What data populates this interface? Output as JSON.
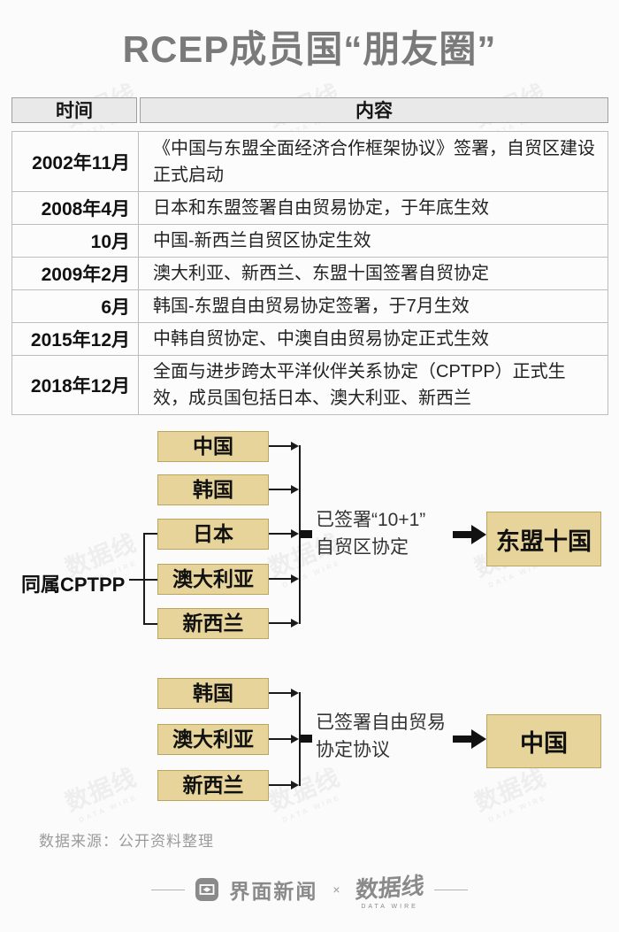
{
  "page": {
    "title": "RCEP成员国“朋友圈”"
  },
  "table": {
    "headers": [
      "时间",
      "内容"
    ],
    "rows": [
      {
        "time": "2002年11月",
        "content": "《中国与东盟全面经济合作框架协议》签署，自贸区建设正式启动"
      },
      {
        "time": "2008年4月",
        "content": "日本和东盟签署自由贸易协定，于年底生效"
      },
      {
        "time": "10月",
        "content": "中国-新西兰自贸区协定生效"
      },
      {
        "time": "2009年2月",
        "content": "澳大利亚、新西兰、东盟十国签署自贸协定"
      },
      {
        "time": "6月",
        "content": "韩国-东盟自由贸易协定签署，于7月生效"
      },
      {
        "time": "2015年12月",
        "content": "中韩自贸协定、中澳自由贸易协定正式生效"
      },
      {
        "time": "2018年12月",
        "content": "全面与进步跨太平洋伙伴关系协定（CPTPP）正式生效，成员国包括日本、澳大利亚、新西兰"
      }
    ]
  },
  "diagram1": {
    "sources": [
      "中国",
      "韩国",
      "日本",
      "澳大利亚",
      "新西兰"
    ],
    "bracket_label": "同属CPTPP",
    "edge_label_line1": "已签署“10+1”",
    "edge_label_line2": "自贸区协定",
    "target": "东盟十国"
  },
  "diagram2": {
    "sources": [
      "韩国",
      "澳大利亚",
      "新西兰"
    ],
    "edge_label_line1": "已签署自由贸易",
    "edge_label_line2": "协定协议",
    "target": "中国"
  },
  "footer": {
    "source_note": "数据来源：公开资料整理",
    "brand1": "界面新闻",
    "separator": "×",
    "brand2": "数据线",
    "brand2_sub": "DATA WIRE"
  },
  "watermark": {
    "text": "数据线",
    "sub": "DATA WIRE"
  },
  "colors": {
    "box_fill": "#e7d49a",
    "box_border": "#bda55f",
    "title_gray": "#7a7a7a",
    "header_bg": "#e9e9e9",
    "line_black": "#1a1a1a",
    "background": "#fbfbfb"
  }
}
